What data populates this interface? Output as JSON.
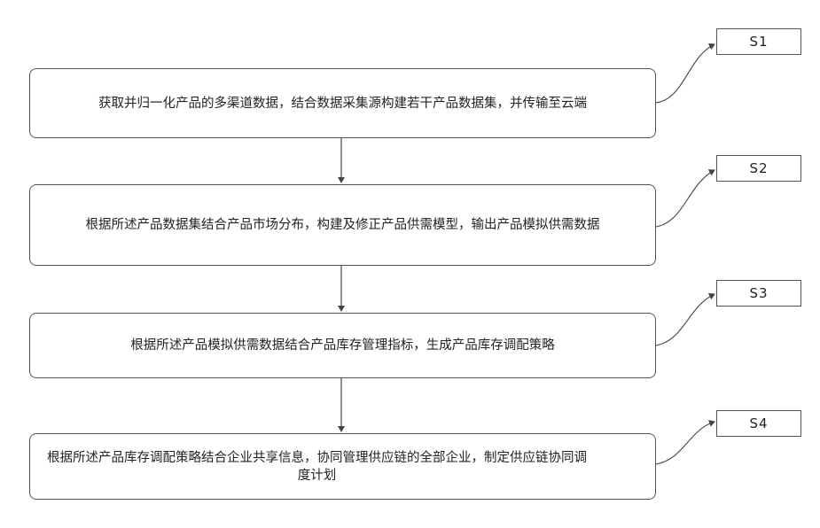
{
  "steps": [
    {
      "label": "S1",
      "text": "获取并归一化产品的多渠道数据，结合数据采集源构建若干产品数据集，并传输至云端"
    },
    {
      "label": "S2",
      "text": "根据所述产品数据集结合产品市场分布，构建及修正产品供需模型，输出产品模拟供需数据"
    },
    {
      "label": "S3",
      "text": "根据所述产品模拟供需数据结合产品库存管理指标，生成产品库存调配策略"
    },
    {
      "label": "S4",
      "text": "根据所述产品库存调配策略结合企业共享信息，协同管理供应链的全部企业，制定供应链协同调度计划"
    }
  ]
}
